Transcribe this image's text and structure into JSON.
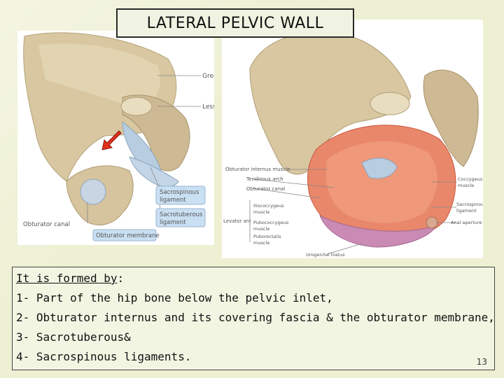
{
  "slide": {
    "title": "LATERAL PELVIC WALL",
    "page_number": "13"
  },
  "left_figure": {
    "labels": {
      "greater": "Greater",
      "lesser": "Lesser",
      "sacrospinous": "Sacrospinous\nligament",
      "sacrospinous_line1": "Sacrospinous",
      "sacrospinous_line2": "ligament",
      "sacrotuberous_line1": "Sacrotuberous",
      "sacrotuberous_line2": "ligament",
      "obturator_canal": "Obturator canal",
      "obturator_membrane": "Obturator membrane"
    },
    "label_color": "#c9dff2",
    "arrow_color": "#e0301e"
  },
  "right_figure": {
    "labels": {
      "obturator_internus": "Obturator internus muscle",
      "tendinous_arch": "Tendinous arch",
      "obturator_canal": "Obturator canal",
      "iliococcygeus_line1": "Iliococcygeus",
      "iliococcygeus_line2": "muscle",
      "levator_ani": "Levator ani",
      "pubococcygeus_line1": "Pubococcygeus",
      "pubococcygeus_line2": "muscle",
      "puborectalis_line1": "Puborectalis",
      "puborectalis_line2": "muscle",
      "coccygeus_line1": "Coccygeus",
      "coccygeus_line2": "muscle",
      "sacrospinous_line1": "Sacrospinous",
      "sacrospinous_line2": "ligament",
      "anal_aperture": "Anal aperture",
      "urogenital_hiatus": "Urogenital hiatus"
    }
  },
  "body_text": {
    "intro_underlined": "It is formed by",
    "intro_colon": ":",
    "items": [
      "1- Part of the hip bone below the pelvic inlet,",
      "2- Obturator internus and its covering fascia & the obturator membrane,",
      "3- Sacrotuberous&",
      "4- Sacrospinous ligaments."
    ]
  }
}
